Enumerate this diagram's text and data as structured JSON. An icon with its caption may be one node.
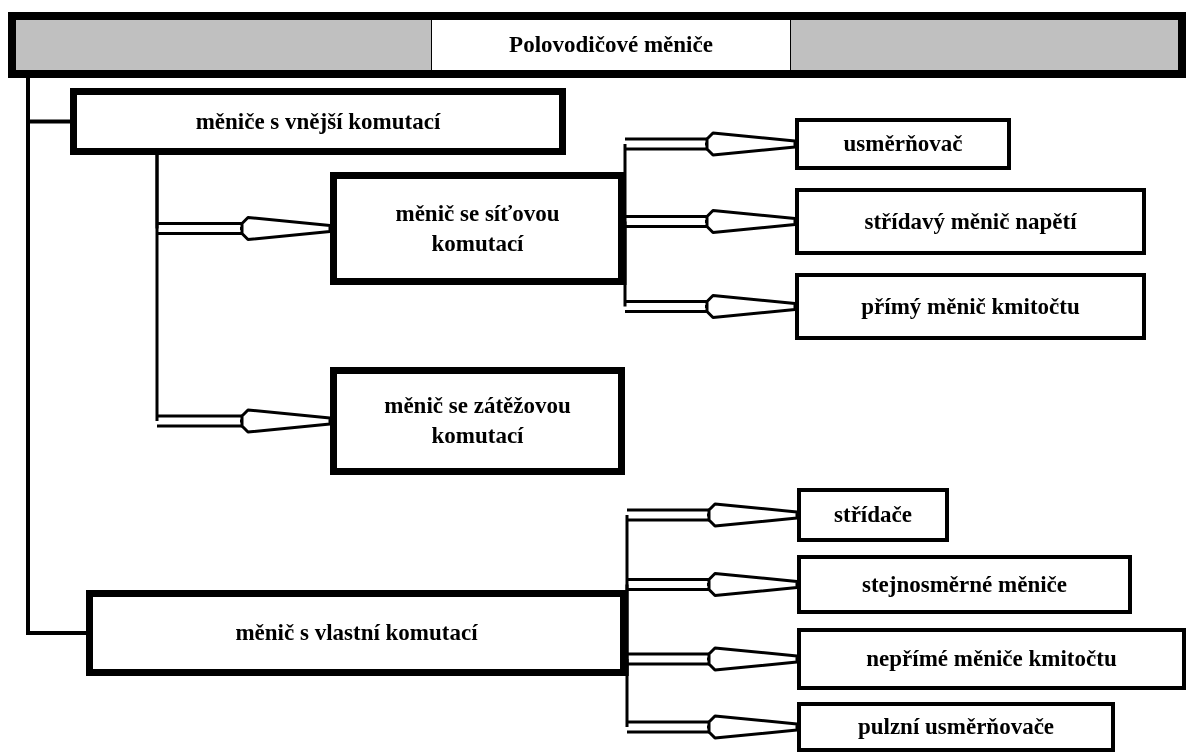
{
  "diagram": {
    "nodes": [
      {
        "text": [
          "Polovodičové měniče"
        ]
      },
      {
        "text": [
          "měniče s vnější komutací"
        ]
      },
      {
        "text": [
          "měnič se síťovou komutací"
        ]
      },
      {
        "text": [
          "měnič se zátěžovou komutací"
        ]
      },
      {
        "text": [
          "měnič s vlastní komutací"
        ]
      },
      {
        "text": [
          "usměrňovač"
        ]
      },
      {
        "text": [
          "střídavý měnič napětí"
        ]
      },
      {
        "text": [
          "přímý měnič kmitočtu"
        ]
      },
      {
        "text": [
          "střídače"
        ]
      },
      {
        "text": [
          "stejnosměrné měniče"
        ]
      },
      {
        "text": [
          "nepřímé měniče kmitočtu"
        ]
      },
      {
        "text": [
          "pulzní usměrňovače"
        ]
      }
    ],
    "edges": [
      {
        "from": 0,
        "to": 1,
        "arrow": "none"
      },
      {
        "from": 0,
        "to": 4,
        "arrow": "none"
      },
      {
        "from": 1,
        "to": 2,
        "arrow": "to"
      },
      {
        "from": 1,
        "to": 3,
        "arrow": "to"
      },
      {
        "from": 2,
        "to": 5,
        "arrow": "to"
      },
      {
        "from": 2,
        "to": 6,
        "arrow": "to"
      },
      {
        "from": 2,
        "to": 7,
        "arrow": "to"
      },
      {
        "from": 4,
        "to": 8,
        "arrow": "to"
      },
      {
        "from": 4,
        "to": 9,
        "arrow": "to"
      },
      {
        "from": 4,
        "to": 10,
        "arrow": "to"
      },
      {
        "from": 4,
        "to": 11,
        "arrow": "to"
      }
    ]
  }
}
